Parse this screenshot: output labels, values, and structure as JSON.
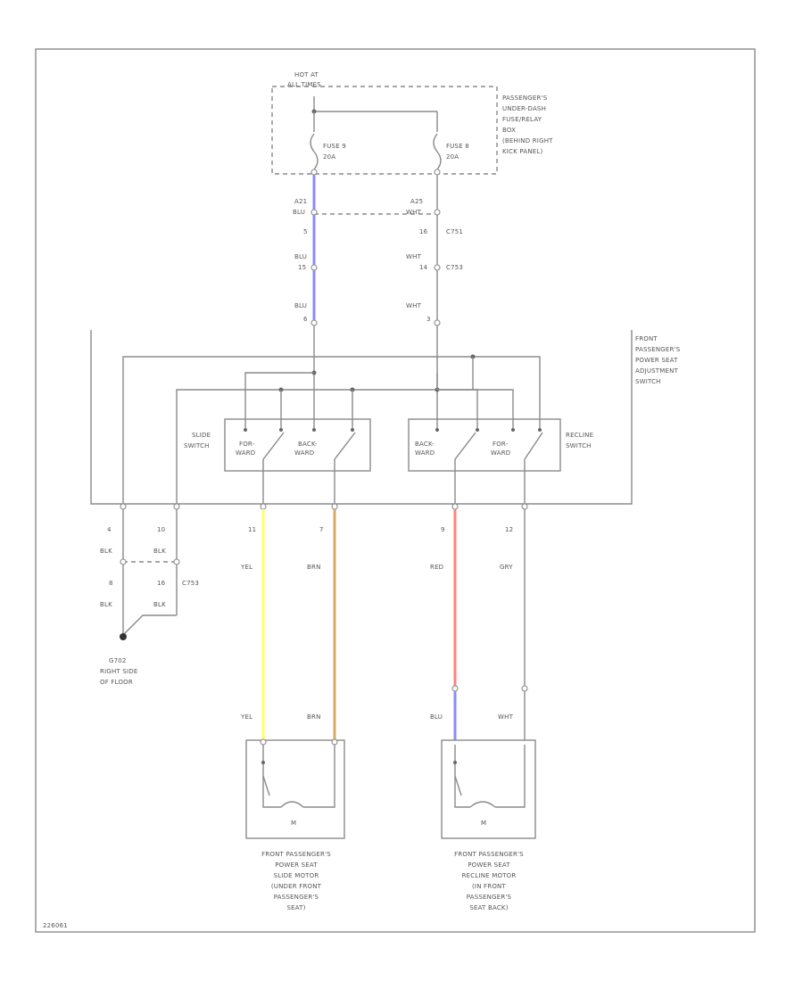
{
  "labels": {
    "hot_at_all_times": [
      "HOT AT",
      "ALL TIMES"
    ],
    "fuse_box": [
      "PASSENGER'S",
      "UNDER-DASH",
      "FUSE/RELAY",
      "BOX",
      "(BEHIND RIGHT",
      "KICK PANEL)"
    ],
    "fuse_a": [
      "FUSE 9",
      "20A"
    ],
    "fuse_b": [
      "FUSE 8",
      "20A"
    ],
    "pin_a21": "A21",
    "wire_blu_1": "BLU",
    "pin_a25": "A25",
    "wire_wht_1": "WHT",
    "pin_5": "5",
    "wire_blu_2": "BLU",
    "pin_15": "15",
    "pin_16": "16",
    "conn_c751": "C751",
    "wire_wht_2": "WHT",
    "pin_14": "14",
    "conn_c753_top": "C753",
    "wire_blu_3": "BLU",
    "pin_6": "6",
    "wire_wht_3": "WHT",
    "pin_3": "3",
    "switch_assembly": [
      "FRONT",
      "PASSENGER'S",
      "POWER SEAT",
      "ADJUSTMENT",
      "SWITCH"
    ],
    "slide_switch": [
      "SLIDE",
      "SWITCH"
    ],
    "recline_switch": [
      "RECLINE",
      "SWITCH"
    ],
    "fwd_a": [
      "FOR-",
      "WARD"
    ],
    "back_a": [
      "BACK-",
      "WARD"
    ],
    "back_b": [
      "BACK-",
      "WARD"
    ],
    "fwd_b": [
      "FOR-",
      "WARD"
    ],
    "pin_4": "4",
    "pin_10": "10",
    "pin_11": "11",
    "pin_7": "7",
    "pin_9": "9",
    "pin_12": "12",
    "wire_blk_1": "BLK",
    "wire_blk_2": "BLK",
    "pin_8": "8",
    "pin_16b": "16",
    "conn_c753": "C753",
    "wire_blk_3": "BLK",
    "wire_blk_4": "BLK",
    "ground": [
      "G702",
      "RIGHT SIDE",
      "OF FLOOR"
    ],
    "wire_yel_1": "YEL",
    "wire_brn_1": "BRN",
    "wire_red": "RED",
    "wire_gry": "GRY",
    "wire_yel_2": "YEL",
    "wire_brn_2": "BRN",
    "wire_blu_4": "BLU",
    "wire_wht_4": "WHT",
    "motor_label": "M",
    "slide_motor": [
      "FRONT PASSENGER'S",
      "POWER SEAT",
      "SLIDE MOTOR",
      "(UNDER FRONT",
      "PASSENGER'S",
      "SEAT)"
    ],
    "recline_motor": [
      "FRONT PASSENGER'S",
      "POWER SEAT",
      "RECLINE MOTOR",
      "(IN FRONT",
      "PASSENGER'S",
      "SEAT BACK)"
    ],
    "figure_id": "226061"
  },
  "colors": {
    "wire_blu": "#8a8aff",
    "wire_yel": "#ffff66",
    "wire_brn": "#d9a860",
    "wire_red": "#ff8080",
    "wire_gray": "#8a8a8a"
  }
}
